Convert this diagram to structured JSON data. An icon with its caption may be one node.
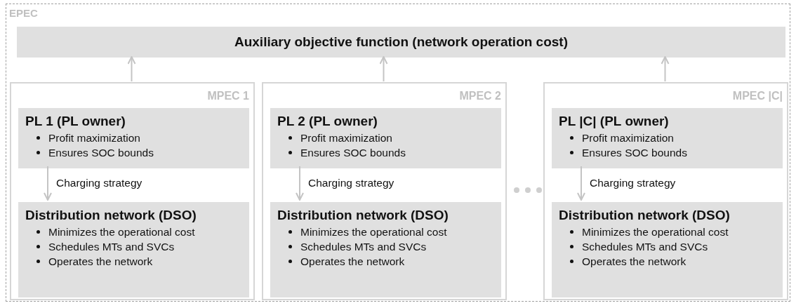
{
  "diagram": {
    "nodes": [
      {
        "text": [
          "EPEC"
        ]
      },
      {
        "text": [
          "Auxiliary objective function (network operation cost)"
        ],
        "in": 0
      },
      {
        "text": [
          "MPEC 1"
        ],
        "in": 0
      },
      {
        "text": [
          "PL 1 (PL owner)",
          "Profit maximization",
          "Ensures SOC bounds"
        ],
        "in": 2
      },
      {
        "text": [
          "Distribution network (DSO)",
          "Minimizes the operational cost",
          "Schedules MTs and SVCs",
          "Operates the network"
        ],
        "in": 2
      },
      {
        "text": [
          "MPEC 2"
        ],
        "in": 0
      },
      {
        "text": [
          "PL 2 (PL owner)",
          "Profit maximization",
          "Ensures SOC bounds"
        ],
        "in": 5
      },
      {
        "text": [
          "Distribution network (DSO)",
          "Minimizes the operational cost",
          "Schedules MTs and SVCs",
          "Operates the network"
        ],
        "in": 5
      },
      {
        "text": [
          "MPEC |C|"
        ],
        "in": 0
      },
      {
        "text": [
          "PL |C| (PL owner)",
          "Profit maximization",
          "Ensures SOC bounds"
        ],
        "in": 8
      },
      {
        "text": [
          "Distribution network (DSO)",
          "Minimizes the operational cost",
          "Schedules MTs and SVCs",
          "Operates the network"
        ],
        "in": 8
      }
    ],
    "edges": [
      {
        "from": 2,
        "to": 1,
        "arrow": "to"
      },
      {
        "from": 5,
        "to": 1,
        "arrow": "to"
      },
      {
        "from": 8,
        "to": 1,
        "arrow": "to"
      },
      {
        "from": 3,
        "to": 4,
        "arrow": "to",
        "label": "Charging strategy"
      },
      {
        "from": 6,
        "to": 7,
        "arrow": "to",
        "label": "Charging strategy"
      },
      {
        "from": 9,
        "to": 10,
        "arrow": "to",
        "label": "Charging strategy"
      }
    ]
  }
}
